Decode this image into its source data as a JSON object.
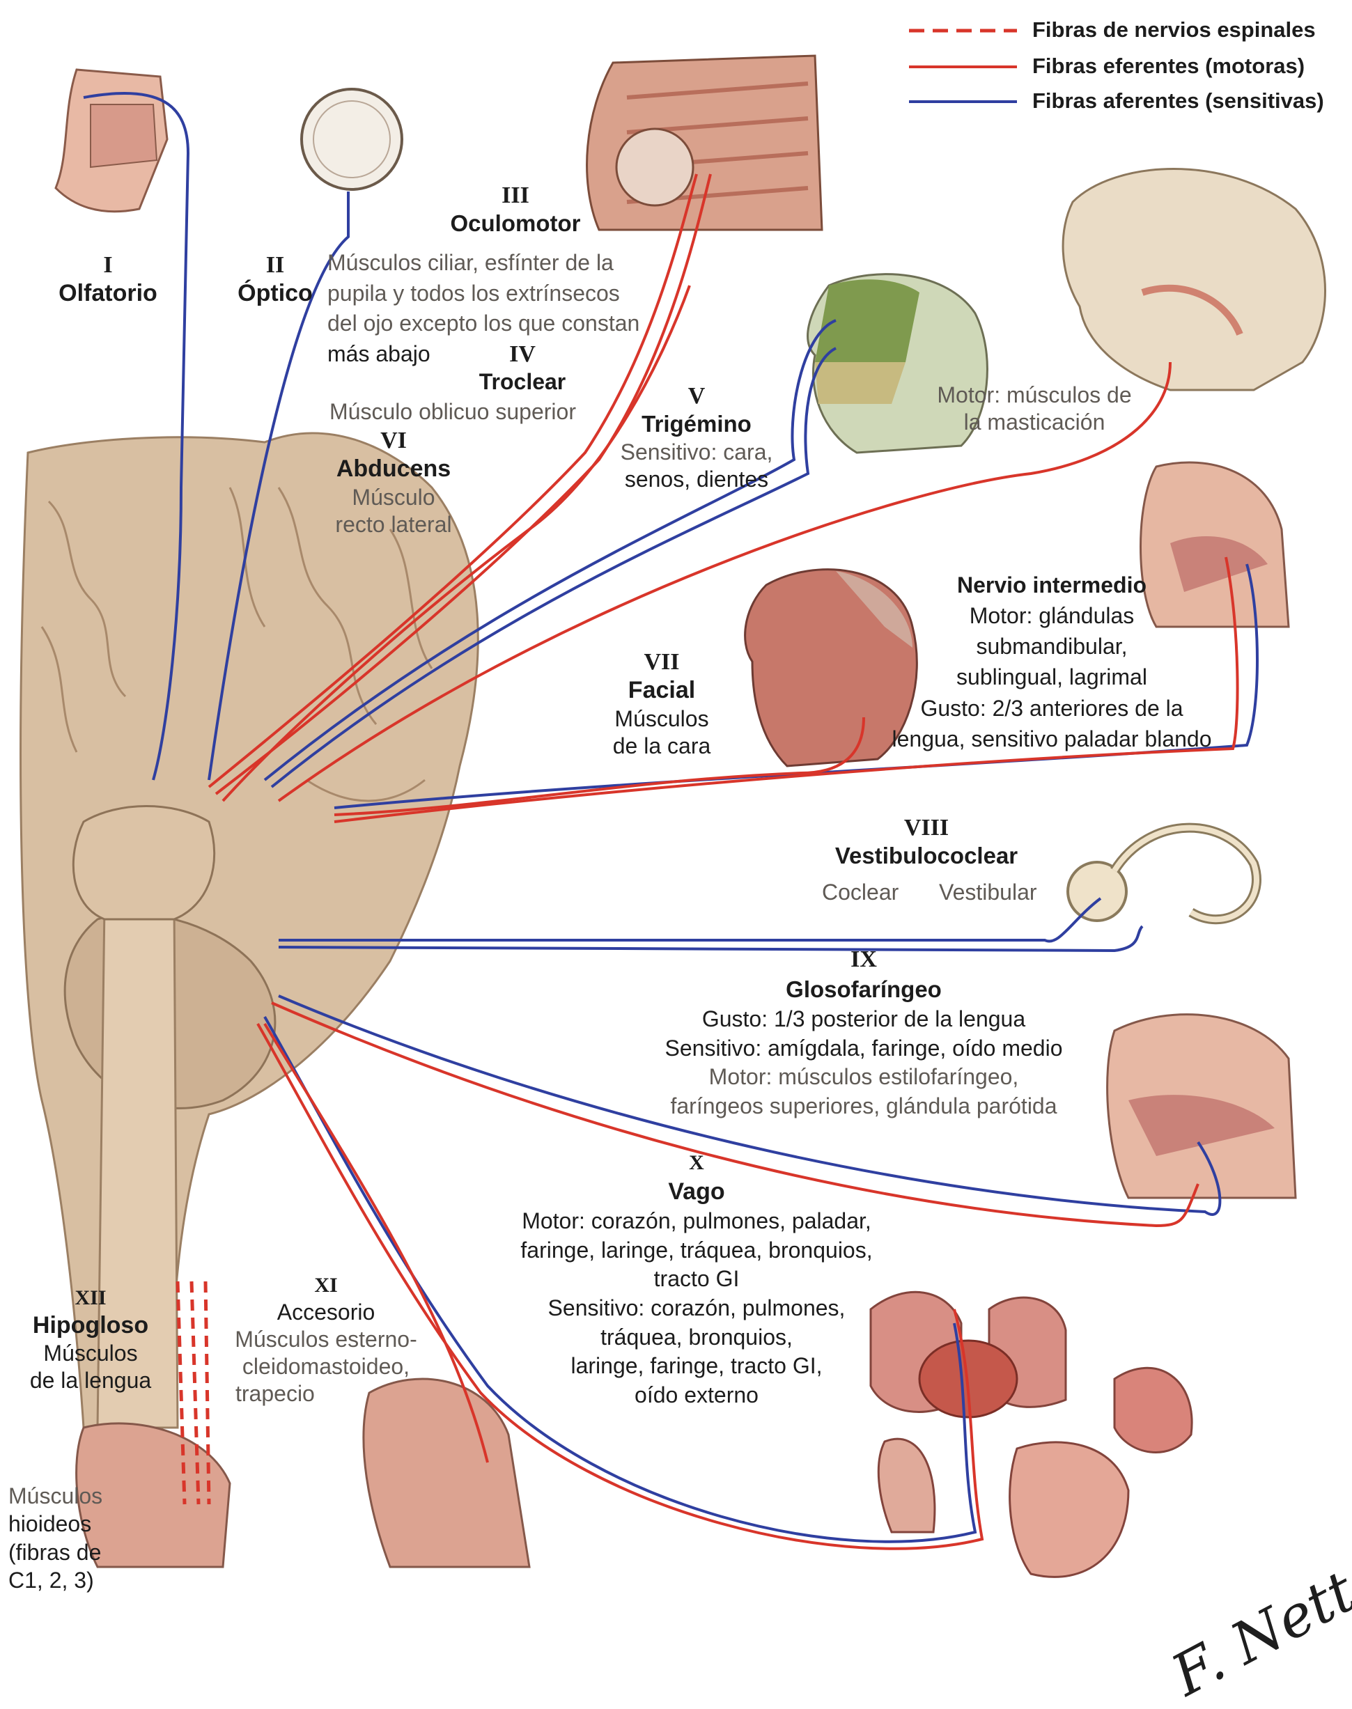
{
  "legend": {
    "spinal": {
      "label": "Fibras de nervios espinales",
      "color": "#d8352a"
    },
    "efferent": {
      "label": "Fibras eferentes (motoras)",
      "color": "#d8352a"
    },
    "afferent": {
      "label": "Fibras aferentes (sensitivas)",
      "color": "#2f3fa0"
    }
  },
  "nerves": {
    "olfactory": {
      "roman": "I",
      "name": "Olfatorio"
    },
    "optic": {
      "roman": "II",
      "name": "Óptico"
    },
    "oculomotor": {
      "roman": "III",
      "name": "Oculomotor",
      "desc": [
        "Músculos ciliar, esfínter de la",
        "pupila y todos los extrínsecos",
        "del ojo excepto los que constan",
        "más abajo"
      ]
    },
    "trochlear": {
      "roman": "IV",
      "name": "Troclear",
      "desc": "Músculo oblicuo superior"
    },
    "abducens": {
      "roman": "VI",
      "name": "Abducens",
      "desc": [
        "Músculo",
        "recto lateral"
      ]
    },
    "trigeminal": {
      "roman": "V",
      "name": "Trigémino",
      "desc": [
        "Sensitivo: cara,",
        "senos, dientes"
      ],
      "motor": [
        "Motor: músculos de",
        "la masticación"
      ]
    },
    "facial": {
      "roman": "VII",
      "name": "Facial",
      "desc": [
        "Músculos",
        "de la cara"
      ]
    },
    "intermediate": {
      "name": "Nervio intermedio",
      "desc": [
        "Motor: glándulas",
        "submandibular,",
        "sublingual, lagrimal",
        "Gusto: 2/3 anteriores de la",
        "lengua, sensitivo paladar blando"
      ]
    },
    "vestibulocochlear": {
      "roman": "VIII",
      "name": "Vestibulococlear",
      "cochlear": "Coclear",
      "vestibular": "Vestibular"
    },
    "glossopharyngeal": {
      "roman": "IX",
      "name": "Glosofaríngeo",
      "desc": [
        "Gusto: 1/3 posterior de la lengua",
        "Sensitivo: amígdala, faringe, oído medio",
        "Motor: músculos estilofaríngeo,",
        "faríngeos superiores, glándula parótida"
      ]
    },
    "vagus": {
      "roman": "X",
      "name": "Vago",
      "desc": [
        "Motor: corazón, pulmones, paladar,",
        "faringe, laringe, tráquea, bronquios,",
        "tracto GI",
        "Sensitivo: corazón, pulmones,",
        "tráquea, bronquios,",
        "laringe, faringe, tracto GI,",
        "oído externo"
      ]
    },
    "accessory": {
      "roman": "XI",
      "name": "Accesorio",
      "desc": [
        "Músculos esterno-",
        "cleidomastoideo,",
        "trapecio"
      ]
    },
    "hypoglossal": {
      "roman": "XII",
      "name": "Hipogloso",
      "desc": [
        "Músculos",
        "de la lengua"
      ]
    },
    "hyoid": {
      "desc": [
        "Músculos",
        "hioideos",
        "(fibras de",
        "C1, 2, 3)"
      ]
    }
  },
  "signature": "F. Netter M.D."
}
